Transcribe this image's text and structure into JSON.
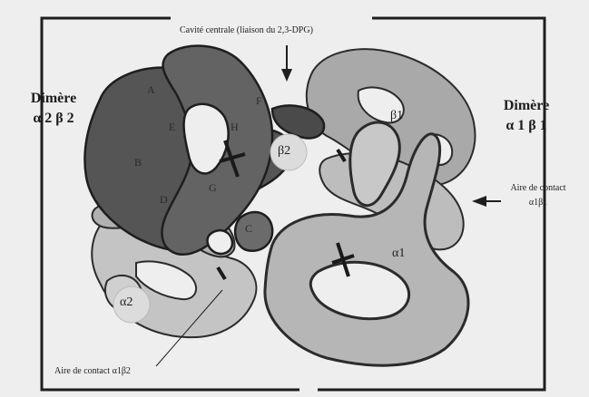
{
  "labels": {
    "cavity": "Cavité centrale (liaison du 2,3-DPG)",
    "dimer_left": {
      "line1": "Dimère",
      "line2": "α 2 β 2"
    },
    "dimer_right": {
      "line1": "Dimère",
      "line2": "α 1 β 1"
    },
    "contact_a1b1": {
      "line1": "Aire de contact",
      "line2": "α1β1"
    },
    "contact_a1b2": "Aire de contact α1β2",
    "subunits": {
      "b1": "β1",
      "b2": "β2",
      "a1": "α1",
      "a2": "α2"
    },
    "helices": {
      "A": "A",
      "B": "B",
      "C": "C",
      "D": "D",
      "E": "E",
      "F": "F",
      "G": "G",
      "H": "H"
    }
  },
  "colors": {
    "background": "#eeeeee",
    "frame": "#1e1e1e",
    "beta2": "#555555",
    "beta1": "#a9a9a9",
    "alpha1": "#b6b6b6",
    "alpha2": "#c4c4c4",
    "outline": "#2b2b2b"
  }
}
